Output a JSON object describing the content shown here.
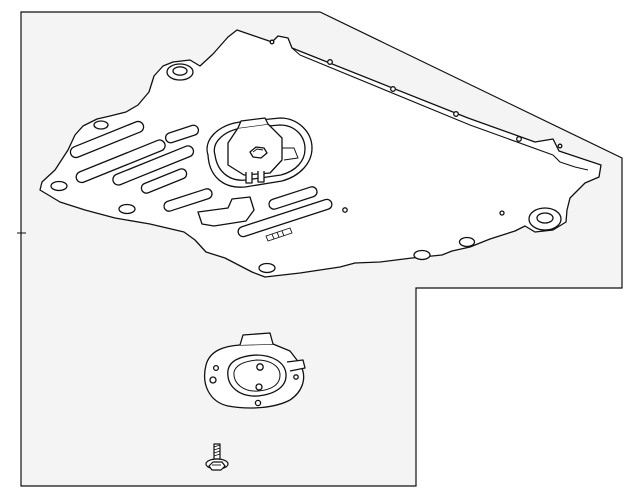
{
  "diagram": {
    "colors": {
      "panel_fill": "#f4f4f4",
      "line": "#111111",
      "part_fill": "#ffffff"
    },
    "parts": [
      {
        "id": "underbody-shield",
        "kind": "splash shield panel"
      },
      {
        "id": "access-cover",
        "kind": "service access cover"
      },
      {
        "id": "bolt",
        "kind": "retaining bolt"
      }
    ]
  }
}
